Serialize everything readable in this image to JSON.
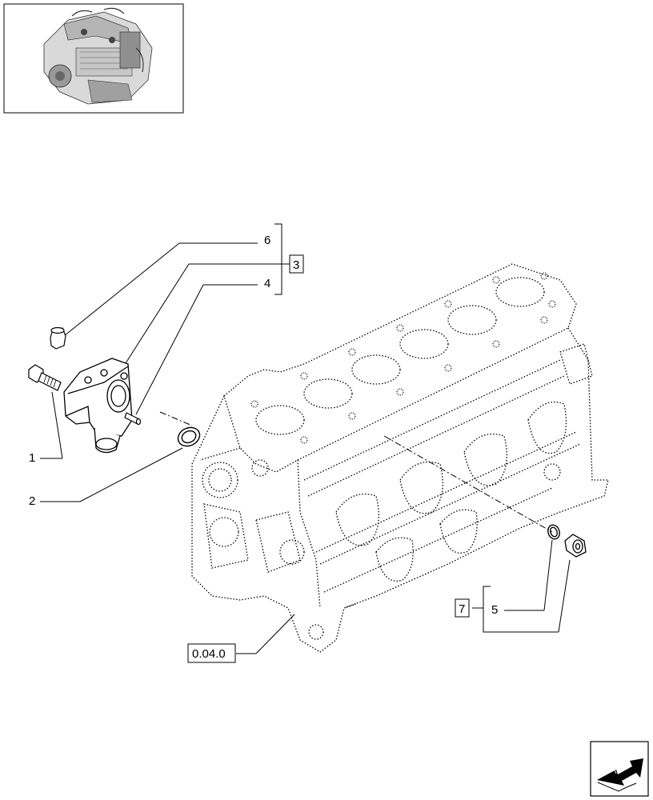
{
  "callouts": {
    "c1": "1",
    "c2": "2",
    "c3": "3",
    "c4": "4",
    "c5": "5",
    "c6": "6",
    "c7": "7",
    "ref_block": "0.04.0"
  },
  "icons": {
    "thumbnail": "engine-thumbnail",
    "nav": "next-page-arrow-icon"
  }
}
